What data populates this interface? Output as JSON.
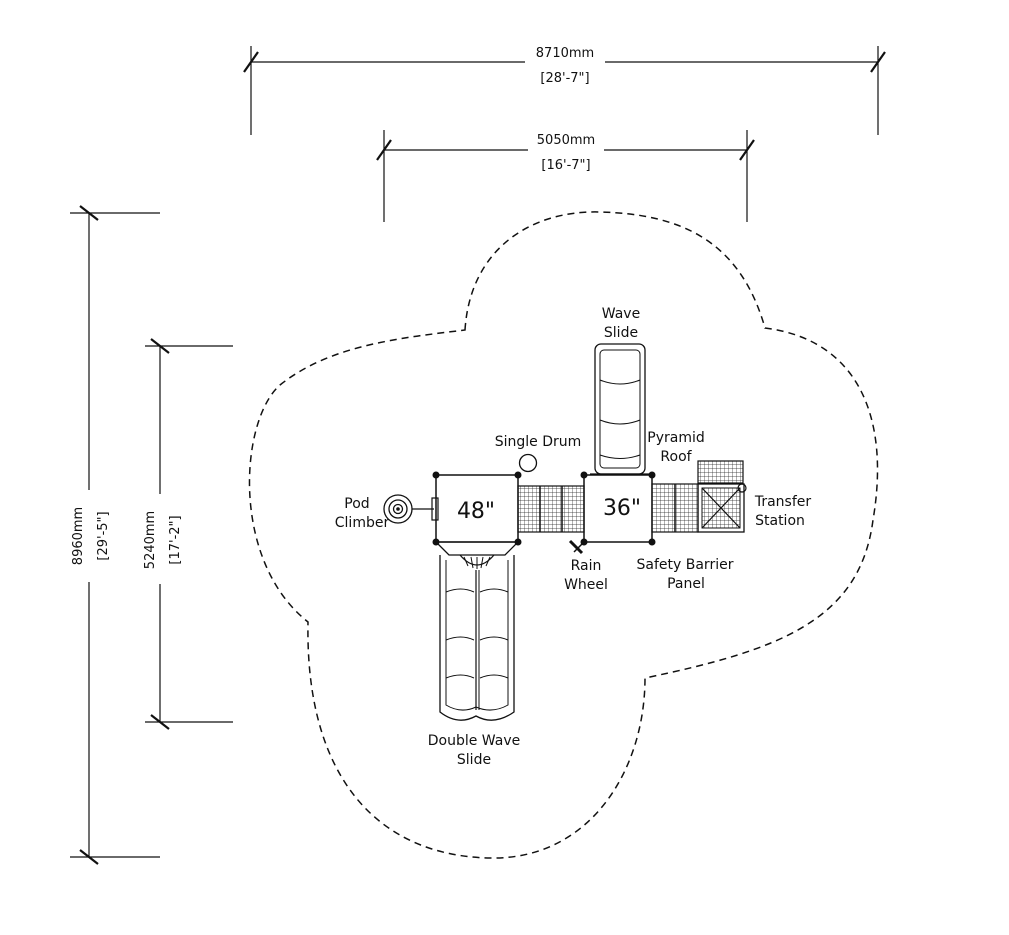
{
  "dimensions": {
    "overall_width_mm": "8710mm",
    "overall_width_ft": "[28'-7\"]",
    "structure_width_mm": "5050mm",
    "structure_width_ft": "[16'-7\"]",
    "overall_depth_mm": "8960mm",
    "overall_depth_ft": "[29'-5\"]",
    "structure_depth_mm": "5240mm",
    "structure_depth_ft": "[17'-2\"]"
  },
  "decks": {
    "left_height": "48\"",
    "right_height": "36\""
  },
  "components": {
    "wave_slide": [
      "Wave",
      "Slide"
    ],
    "single_drum": "Single Drum",
    "pyramid_roof": [
      "Pyramid",
      "Roof"
    ],
    "pod_climber": [
      "Pod",
      "Climber"
    ],
    "transfer_station": [
      "Transfer",
      "Station"
    ],
    "rain_wheel": [
      "Rain",
      "Wheel"
    ],
    "safety_barrier_panel": [
      "Safety Barrier",
      "Panel"
    ],
    "double_wave_slide": [
      "Double Wave",
      "Slide"
    ]
  }
}
